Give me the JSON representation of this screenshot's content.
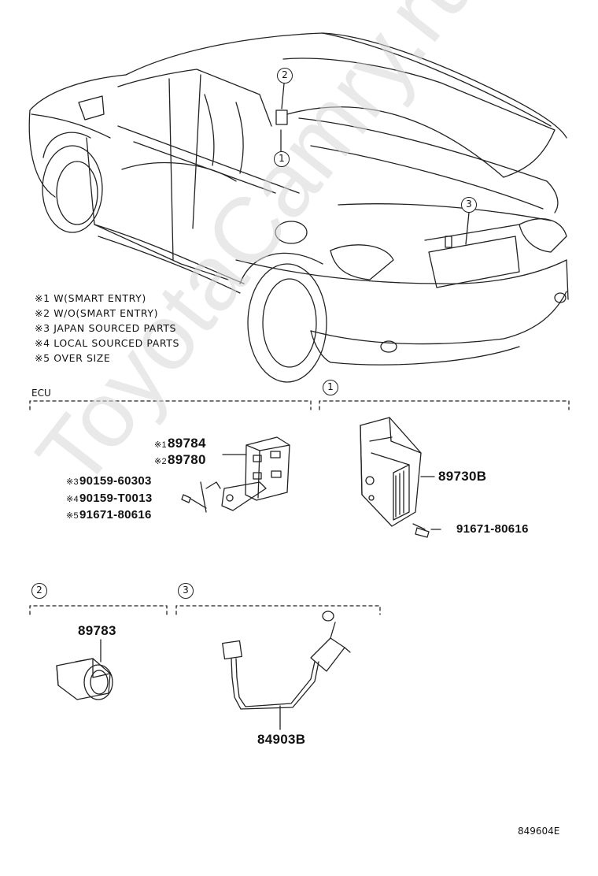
{
  "notes": [
    {
      "mark": "※1",
      "text": "W(SMART ENTRY)"
    },
    {
      "mark": "※2",
      "text": "W/O(SMART ENTRY)"
    },
    {
      "mark": "※3",
      "text": "JAPAN SOURCED PARTS"
    },
    {
      "mark": "※4",
      "text": "LOCAL SOURCED PARTS"
    },
    {
      "mark": "※5",
      "text": "OVER SIZE"
    }
  ],
  "car_callouts": [
    "2",
    "1",
    "3"
  ],
  "sections": {
    "ecu": {
      "title": "ECU",
      "parts": [
        {
          "mark": "※1",
          "number": "89784"
        },
        {
          "mark": "※2",
          "number": "89780"
        },
        {
          "mark": "※3",
          "number": "90159-60303"
        },
        {
          "mark": "※4",
          "number": "90159-T0013"
        },
        {
          "mark": "※5",
          "number": "91671-80616"
        }
      ]
    },
    "one": {
      "badge": "1",
      "parts": [
        "89730B",
        "91671-80616"
      ]
    },
    "two": {
      "badge": "2",
      "parts": [
        "89783"
      ]
    },
    "three": {
      "badge": "3",
      "parts": [
        "84903B"
      ]
    }
  },
  "watermark": "ToyotaCamry.ru",
  "diagram_code": "849604E",
  "colors": {
    "line": "#222222",
    "watermark": "#d8d8d8"
  }
}
